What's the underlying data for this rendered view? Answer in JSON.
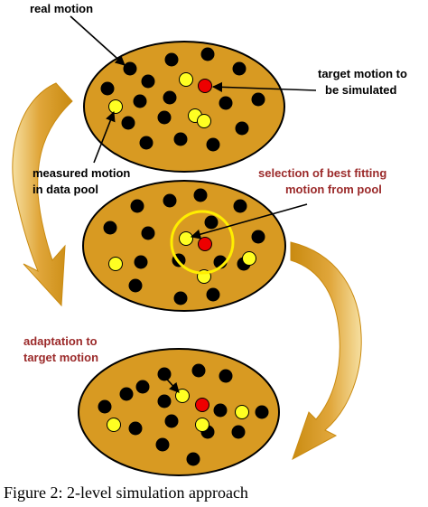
{
  "colors": {
    "ellipse_fill": "#d89a22",
    "ellipse_stroke": "#000000",
    "dot_black": "#000000",
    "dot_yellow": "#ffff22",
    "dot_red": "#ee0000",
    "highlight_ring": "#ffee00",
    "label_black": "#000000",
    "label_red": "#9b2a2a",
    "arrow_body": "#d99b20",
    "arrow_edge": "#f4d98a"
  },
  "labels": {
    "real_motion": "real motion",
    "target_line1": "target motion to",
    "target_line2": "be simulated",
    "measured_line1": "measured motion",
    "measured_line2": "in data pool",
    "selection_line1": "selection of best fitting",
    "selection_line2": "motion from pool",
    "adaptation_line1": "adaptation to",
    "adaptation_line2": "target motion"
  },
  "caption": "Figure 2: 2-level simulation approach"
}
